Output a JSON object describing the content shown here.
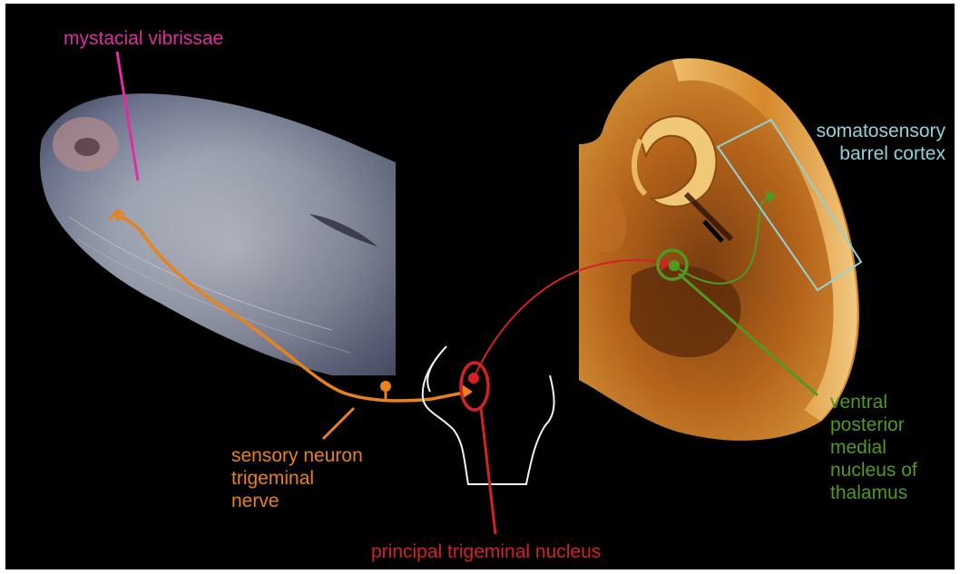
{
  "colors": {
    "background": "#000000",
    "vibrissae": "#e02ca0",
    "sensory_neuron": "#e8821e",
    "trigeminal_nucleus": "#d42222",
    "barrel_cortex": "#8fd3da",
    "thalamus": "#4f9a22"
  },
  "labels": {
    "vibrissae": "mystacial vibrissae",
    "sensory_neuron": "sensory neuron\ntrigeminal\nnerve",
    "trigeminal_nucleus": "principal trigeminal nucleus",
    "barrel_cortex": "somatosensory\nbarrel cortex",
    "thalamus": "ventral\nposterior\nmedial\nnucleus of\nthalamus"
  }
}
